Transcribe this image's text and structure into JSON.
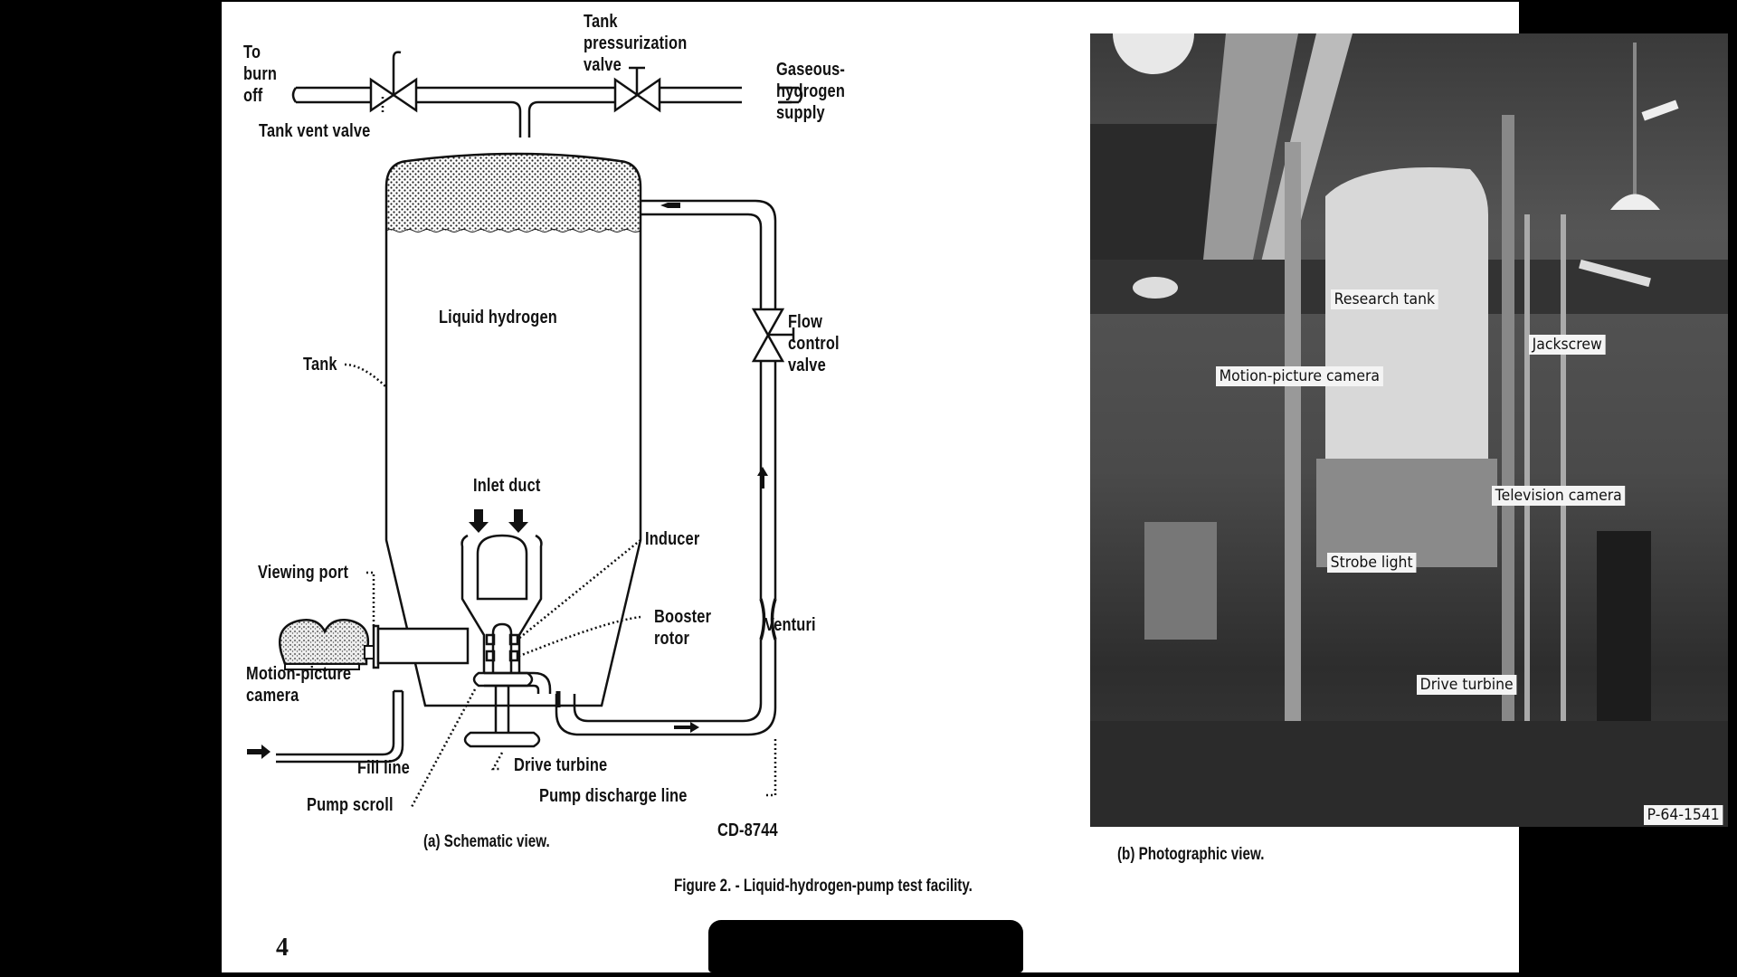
{
  "figure": {
    "title": "Figure 2. - Liquid-hydrogen-pump test facility.",
    "page_number": "4",
    "schematic": {
      "caption": "(a) Schematic view.",
      "drawing_id": "CD-8744",
      "labels": {
        "to_burn_off": "To\nburn\noff",
        "tank_pressurization_valve": "Tank\npressurization\nvalve",
        "gaseous_hydrogen_supply": "Gaseous-\nhydrogen\nsupply",
        "tank_vent_valve": "Tank vent valve",
        "liquid_hydrogen": "Liquid hydrogen",
        "tank": "Tank",
        "flow_control_valve": "Flow\ncontrol\nvalve",
        "inlet_duct": "Inlet duct",
        "inducer": "Inducer",
        "viewing_port": "Viewing port",
        "booster_rotor": "Booster\nrotor",
        "venturi": "Venturi",
        "motion_picture_camera": "Motion-picture\ncamera",
        "fill_line": "Fill line",
        "drive_turbine": "Drive turbine",
        "pump_scroll": "Pump scroll",
        "pump_discharge_line": "Pump discharge line"
      }
    },
    "photo": {
      "caption": "(b) Photographic view.",
      "photo_id": "P-64-1541",
      "labels": {
        "research_tank": "Research tank",
        "jackscrew": "Jackscrew",
        "motion_picture_camera": "Motion-picture camera",
        "television_camera": "Television camera",
        "strobe_light": "Strobe light",
        "drive_turbine": "Drive turbine"
      }
    }
  }
}
